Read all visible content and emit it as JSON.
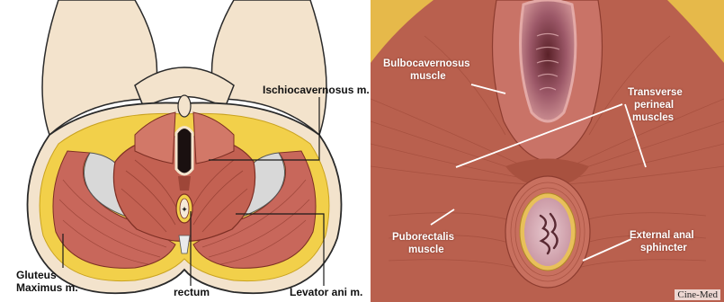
{
  "left_panel": {
    "labels": {
      "ischiocavernosus": "Ischiocavernosus m.",
      "gluteus_line1": "Gluteus",
      "gluteus_line2": "Maximus m.",
      "rectum": "rectum",
      "levator": "Levator ani m."
    }
  },
  "right_panel": {
    "labels": {
      "bulbo_line1": "Bulbocavernosus",
      "bulbo_line2": "muscle",
      "transverse_line1": "Transverse",
      "transverse_line2": "perineal",
      "transverse_line3": "muscles",
      "pubo_line1": "Puborectalis",
      "pubo_line2": "muscle",
      "sphincter_line1": "External anal",
      "sphincter_line2": "sphincter"
    },
    "watermark": "Cine-Med"
  },
  "colors": {
    "muscle": "#c8675b",
    "muscle_dark": "#9e4638",
    "fat": "#f2d04a",
    "skin": "#f3e3cc",
    "outline": "#2a2a2a"
  }
}
